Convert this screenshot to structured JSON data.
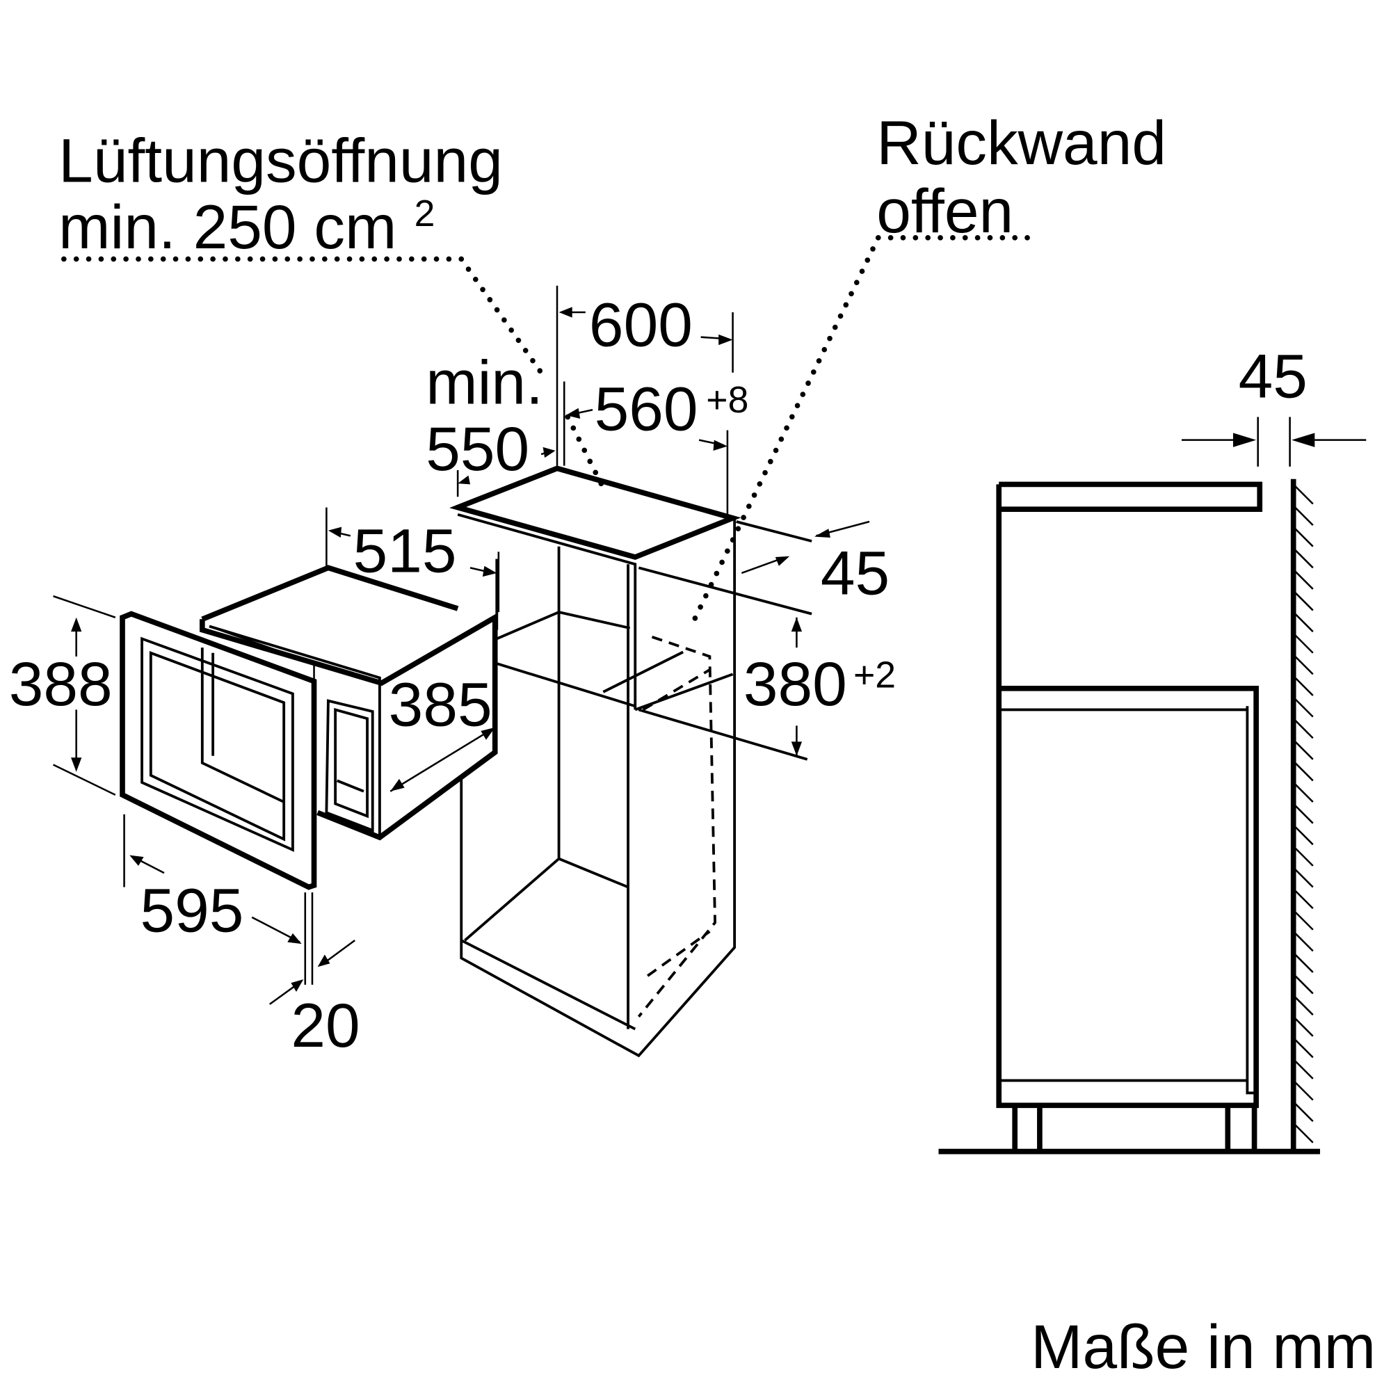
{
  "labels": {
    "vent_line1": "Lüftungsöffnung",
    "vent_line2": "min. 250 cm",
    "vent_sup": "2",
    "back_line1": "Rückwand",
    "back_line2": "offen",
    "units": "Maße in mm"
  },
  "dimensions": {
    "cabinet_width": "600",
    "niche_width": "560",
    "niche_width_tol": "+8",
    "min_label": "min.",
    "niche_depth": "550",
    "device_depth": "515",
    "back_gap": "45",
    "device_height": "388",
    "body_height": "385",
    "niche_height": "380",
    "niche_height_tol": "+2",
    "device_width": "595",
    "door_thickness": "20",
    "side_gap": "45"
  }
}
